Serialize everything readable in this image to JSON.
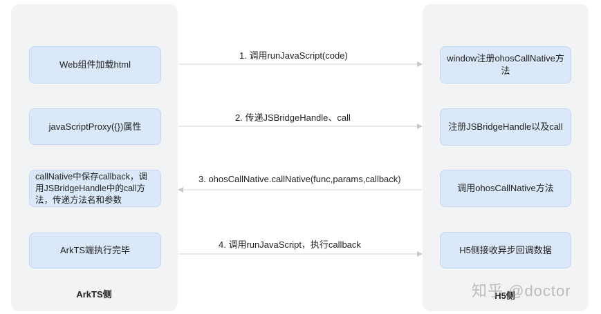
{
  "panels": {
    "left_title": "ArkTS侧",
    "right_title": "H5侧"
  },
  "left_nodes": [
    "Web组件加载html",
    "javaScriptProxy({})属性",
    "callNative中保存callback，调用JSBridgeHandle中的call方法，传递方法名和参数",
    "ArkTS端执行完毕"
  ],
  "right_nodes": [
    "window注册ohosCallNative方法",
    "注册JSBridgeHandle以及call",
    "调用ohosCallNative方法",
    "H5侧接收异步回调数据"
  ],
  "arrows": [
    {
      "label": "1. 调用runJavaScript(code)",
      "direction": "right"
    },
    {
      "label": "2. 传递JSBridgeHandle、call",
      "direction": "right"
    },
    {
      "label": "3. ohosCallNative.callNative(func,params,callback)",
      "direction": "left"
    },
    {
      "label": "4. 调用runJavaScript，执行callback",
      "direction": "right"
    }
  ],
  "watermark": "知乎 @doctor",
  "colors": {
    "panel_bg": "#f1f3f5",
    "node_bg": "#dbe8f9",
    "node_border": "#c2d6f0",
    "arrow": "#d3d3d3"
  }
}
